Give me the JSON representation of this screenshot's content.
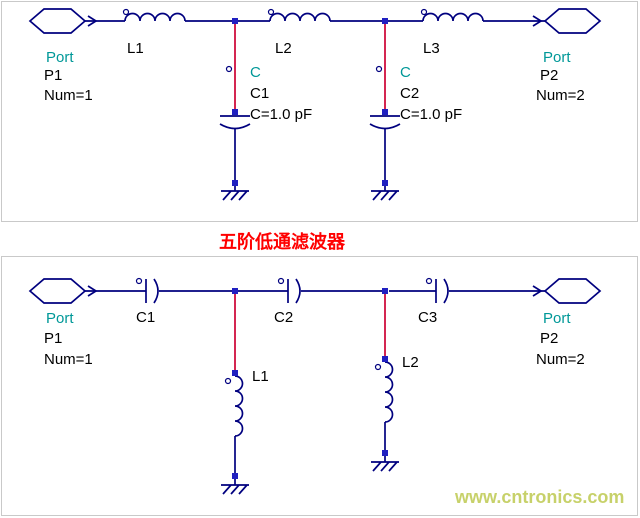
{
  "title": "五阶低通滤波器",
  "watermark": "www.cntronics.com",
  "colors": {
    "wire": "#00007f",
    "hot_wire": "#cc0033",
    "node": "#2020c0",
    "type_text": "#009898",
    "title": "#ff0000",
    "watermark": "#c2cd5a"
  },
  "top_circuit": {
    "port_left": {
      "type": "Port",
      "name": "P1",
      "num": "Num=1"
    },
    "port_right": {
      "type": "Port",
      "name": "P2",
      "num": "Num=2"
    },
    "inductors": [
      {
        "label": "L1"
      },
      {
        "label": "L2"
      },
      {
        "label": "L3"
      }
    ],
    "capacitors": [
      {
        "type": "C",
        "name": "C1",
        "value": "C=1.0 pF"
      },
      {
        "type": "C",
        "name": "C2",
        "value": "C=1.0 pF"
      }
    ]
  },
  "bottom_circuit": {
    "port_left": {
      "type": "Port",
      "name": "P1",
      "num": "Num=1"
    },
    "port_right": {
      "type": "Port",
      "name": "P2",
      "num": "Num=2"
    },
    "capacitors": [
      {
        "label": "C1"
      },
      {
        "label": "C2"
      },
      {
        "label": "C3"
      }
    ],
    "inductors": [
      {
        "label": "L1"
      },
      {
        "label": "L2"
      }
    ]
  }
}
